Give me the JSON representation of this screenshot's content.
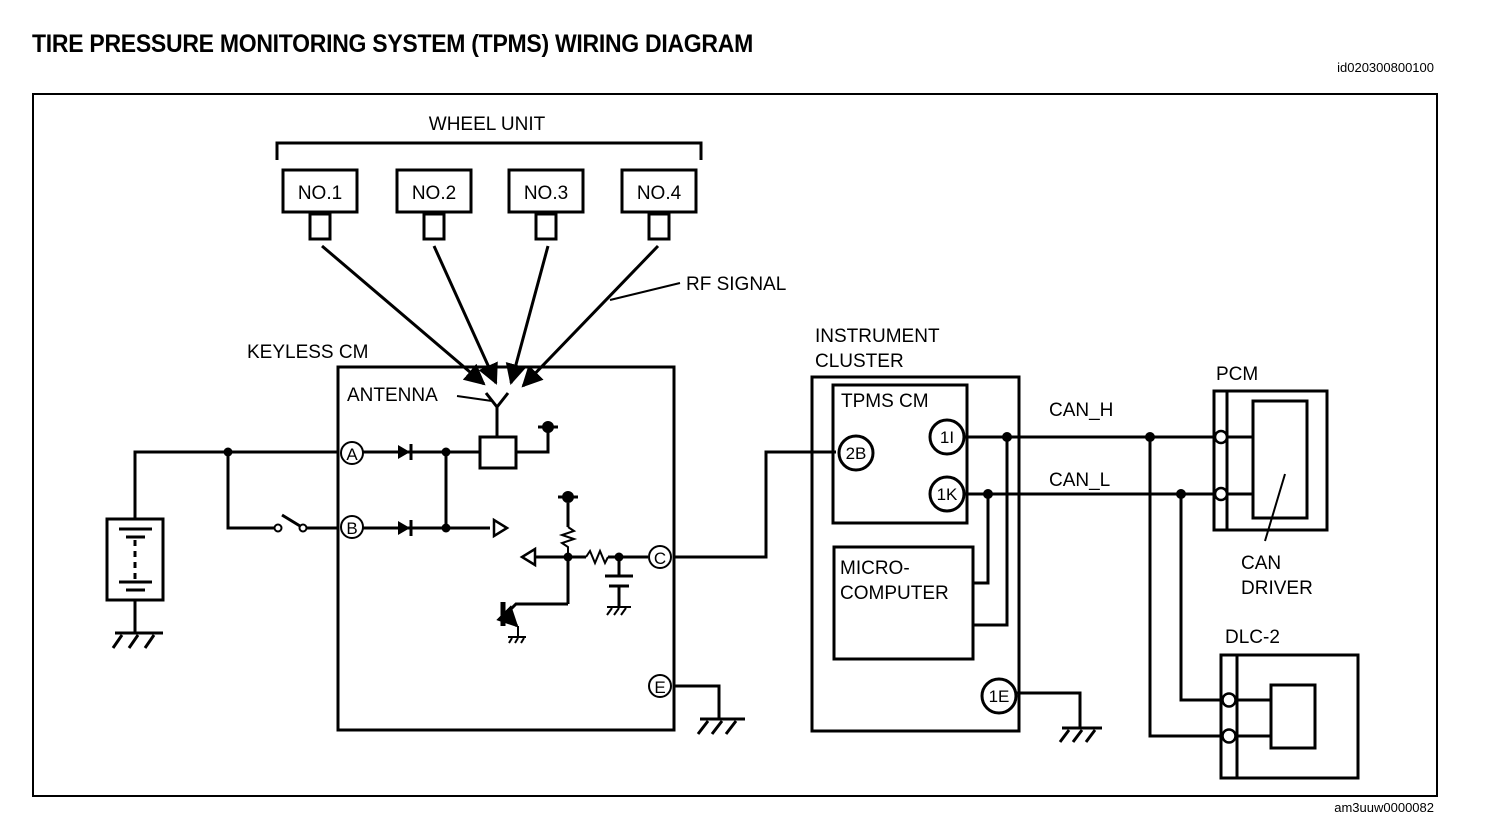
{
  "header": {
    "title": "TIRE PRESSURE MONITORING SYSTEM (TPMS) WIRING DIAGRAM",
    "doc_id": "id020300800100"
  },
  "footer": {
    "figure_id": "am3uuw0000082"
  },
  "wheel_unit": {
    "label": "WHEEL UNIT",
    "units": [
      "NO.1",
      "NO.2",
      "NO.3",
      "NO.4"
    ],
    "signal_label": "RF SIGNAL"
  },
  "keyless_cm": {
    "label": "KEYLESS CM",
    "antenna_label": "ANTENNA",
    "terminals": [
      "A",
      "B",
      "C",
      "E"
    ]
  },
  "instrument_cluster": {
    "label_line1": "INSTRUMENT",
    "label_line2": "CLUSTER",
    "tpms_cm_label": "TPMS CM",
    "microcomputer_line1": "MICRO-",
    "microcomputer_line2": "COMPUTER",
    "terminals": [
      "2B",
      "1I",
      "1K",
      "1E"
    ]
  },
  "can_bus": {
    "high_label": "CAN_H",
    "low_label": "CAN_L"
  },
  "pcm": {
    "label": "PCM",
    "driver_line1": "CAN",
    "driver_line2": "DRIVER"
  },
  "dlc": {
    "label": "DLC-2"
  }
}
